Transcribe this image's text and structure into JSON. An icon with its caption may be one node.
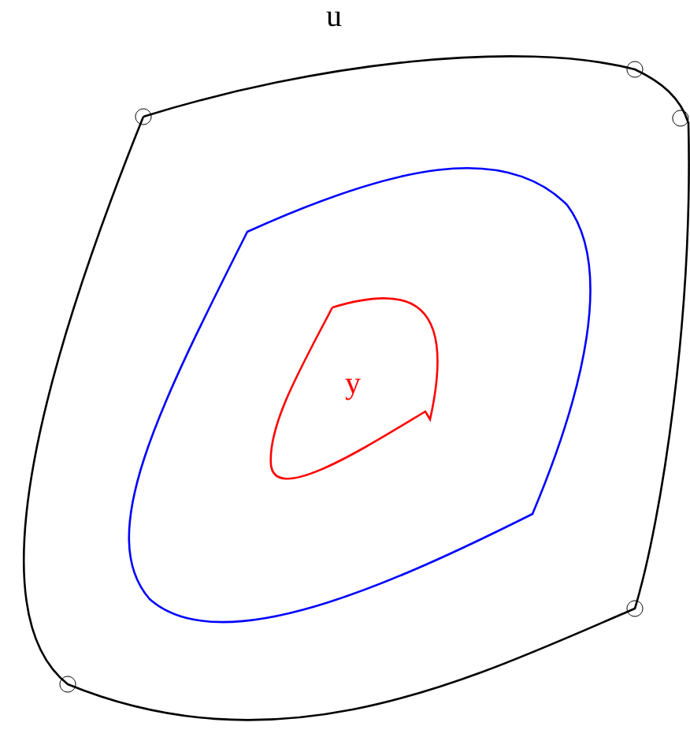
{
  "diagram": {
    "nodes": [
      {
        "text": [
          "u"
        ]
      },
      {
        "text": [],
        "shape": "curve",
        "in": 0
      },
      {
        "text": [
          "y"
        ],
        "in": 1
      }
    ]
  }
}
